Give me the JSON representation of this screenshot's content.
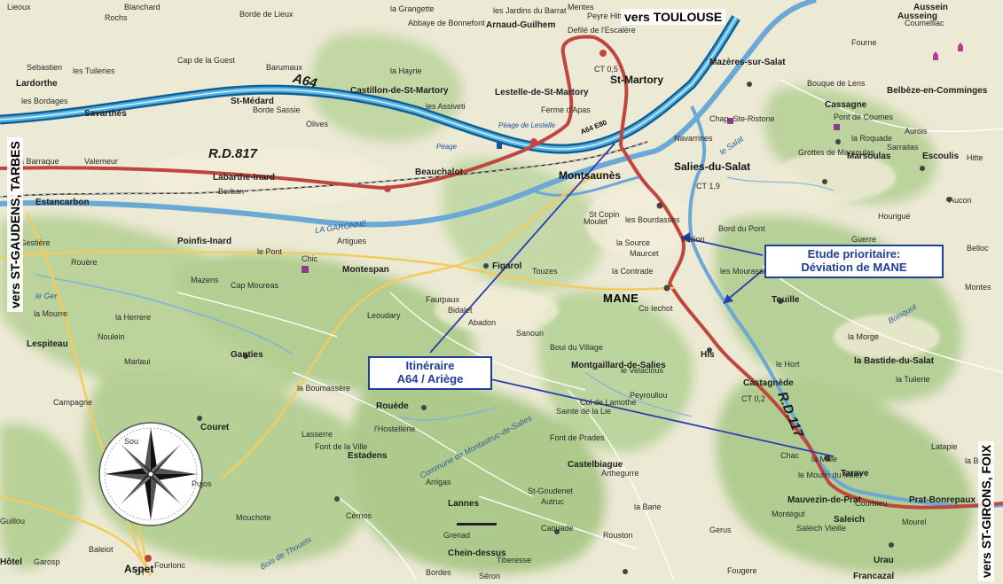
{
  "directions": {
    "north": "vers TOULOUSE",
    "west": "vers ST-GAUDENS, TARBES",
    "east": "vers ST-GIRONS, FOIX"
  },
  "callouts": {
    "study_line1": "Etude prioritaire:",
    "study_line2": "Déviation de MANE",
    "route_line1": "Itinéraire",
    "route_line2": "A64 / Ariège"
  },
  "roads": {
    "a64": "A64",
    "rd817": "R.D.817",
    "rd117": "R.D.117",
    "a64_exit": "A64 E80",
    "peage": "Péage",
    "peage2": "Péage de Lestelle"
  },
  "rivers": {
    "garonne": "LA GARONNE",
    "salat": "le Salat",
    "gers": "le Ger"
  },
  "places": {
    "toulouse_side": [
      "Lieoux",
      "Blanchard",
      "la Grangette",
      "les Jardins du Barrat",
      "Mentes",
      "Peyre Hitte",
      "Aussein",
      "Ausseing"
    ],
    "row_top": [
      "Rochs",
      "Borde de Lieux",
      "Arnaud-Guilhem",
      "Abbaye de Bonnefont",
      "Defilé de l'Escalère",
      "Mazères-sur-Salat",
      "Coumelliac",
      "Fourne"
    ],
    "row_2": [
      "Sebastien",
      "les Tuileries",
      "Cap de la Guest",
      "Barumaux",
      "la Hayrie",
      "Castillon-de-St-Martory",
      "Lestelle-de-St-Martory",
      "St-Martory",
      "CT 0,5",
      "Bouque de Lens",
      "Cassagne",
      "Belbèze-en-Comminges",
      "Pont de Coumes"
    ],
    "row_3": [
      "Lardorthe",
      "les Bordages",
      "Savarthès",
      "St-Médard",
      "Borde Sassie",
      "Olives",
      "les Assiveti",
      "Ferme d'Apas",
      "Navarrines",
      "Chap. Ste-Ristone",
      "la Roquade",
      "Aurois"
    ],
    "row_4": [
      "la Barraque",
      "Valemeur",
      "Beauchalot",
      "Labarthe-Inard",
      "Berban",
      "Estancarbon",
      "Montsaunès",
      "Salies-du-Salat",
      "CT 1,9",
      "Grottes de Marsoulas",
      "Marsoulas",
      "Escoulis",
      "Sarrailas",
      "Hitte"
    ],
    "row_5": [
      "La Gestière",
      "Rouère",
      "Poinfis-Inard",
      "le Pont",
      "Chic",
      "Artigues",
      "Montespan",
      "Figarol",
      "Touzes",
      "St Copin",
      "Moulet",
      "les Bourdasses",
      "la Source",
      "Maurcet",
      "Mâlion",
      "Bord du Pont",
      "Hourigué",
      "Guerre",
      "Aucon",
      "Belloc"
    ],
    "row_6": [
      "Mazens",
      "Cap Moureas",
      "Leoudary",
      "Faurpaux",
      "Bidalet",
      "Abadon",
      "la Contrade",
      "MANE",
      "Co Iechot",
      "les Mourasses",
      "Touille",
      "Boisquot",
      "Montes"
    ],
    "row_7": [
      "la Mourre",
      "la Herrere",
      "Lespiteau",
      "Noulein",
      "Marlaui",
      "Ganties",
      "Sanoun",
      "Boui du Village",
      "Montgaillard-de-Salies",
      "le Velaclous",
      "His",
      "la Morge",
      "le Hort",
      "la Bastide-du-Salat",
      "la Tuilerie"
    ],
    "row_8": [
      "Campagne",
      "la Boumassère",
      "Rouède",
      "l'Hostellerie",
      "Col de Lamothe",
      "Sainte de la Lie",
      "Peyroullou",
      "Castagnède",
      "CT 0,2"
    ],
    "row_9": [
      "Couret",
      "Lasserre",
      "Font de la Ville",
      "Estadens",
      "Font de Prades",
      "Castelbiague",
      "Arthegurre",
      "la Mâle",
      "le Moulin du Millet",
      "Tarave",
      "Chac",
      "Latapie",
      "la Boule"
    ],
    "row_10": [
      "Sou",
      "Pujos",
      "Arrigas",
      "Lannes",
      "St-Goudenet",
      "Autruc",
      "la Barie",
      "Mauvezin-de-Prat",
      "Montégut",
      "Courbieu",
      "Prat-Bonrepaux",
      "Mourel",
      "Guillou",
      "Mouchote",
      "Cèrnos",
      "Grenad"
    ],
    "row_11": [
      "Hôtel",
      "Garosp",
      "Aspet",
      "CT",
      "Fourlonc",
      "Baleiot",
      "Chein-dessus",
      "Bordes",
      "Tiberesse",
      "Séron",
      "Saleich",
      "Urau",
      "Francazal",
      "Fougere",
      "Bois de Thouets",
      "Commune de Montastruc-de-Salies",
      "Rouston",
      "Caouade",
      "Gerus",
      "Salèich Vieille"
    ]
  },
  "colors": {
    "water": "#6aa9d6",
    "motorway": "#1e7fb8",
    "main_road": "#c0453f",
    "forest": "#b6cf98",
    "callout": "#1f3f9a"
  },
  "icons": [
    "compass-rose-icon",
    "church-icon",
    "castle-icon",
    "toll-icon"
  ]
}
